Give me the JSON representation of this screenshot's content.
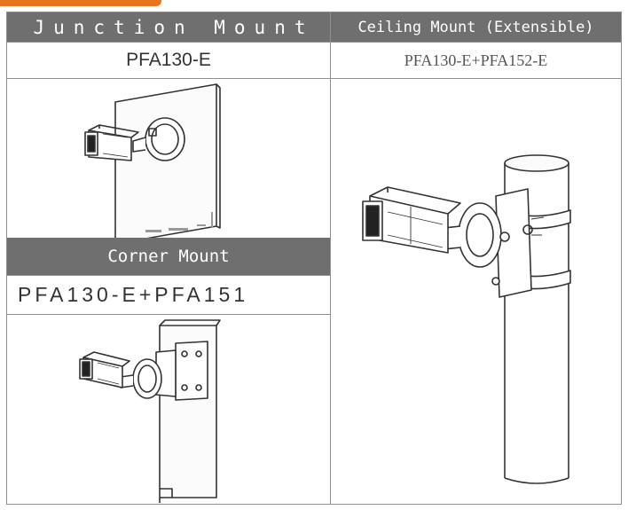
{
  "header": {
    "junction_title": "Junction Mount",
    "ceiling_title": "Ceiling Mount (Extensible)",
    "corner_title": "Corner Mount"
  },
  "models": {
    "junction_model": "PFA130-E",
    "ceiling_model": "PFA130-E+PFA152-E",
    "corner_model": "PFA130-E+PFA151"
  },
  "colors": {
    "header_bg": "#6f6f6f",
    "accent": "#e8741e",
    "border": "#8f8f8f"
  },
  "illustrations": {
    "junction": "wall-junction-mount-drawing",
    "ceiling": "pole-ceiling-mount-drawing",
    "corner": "corner-mount-drawing"
  }
}
